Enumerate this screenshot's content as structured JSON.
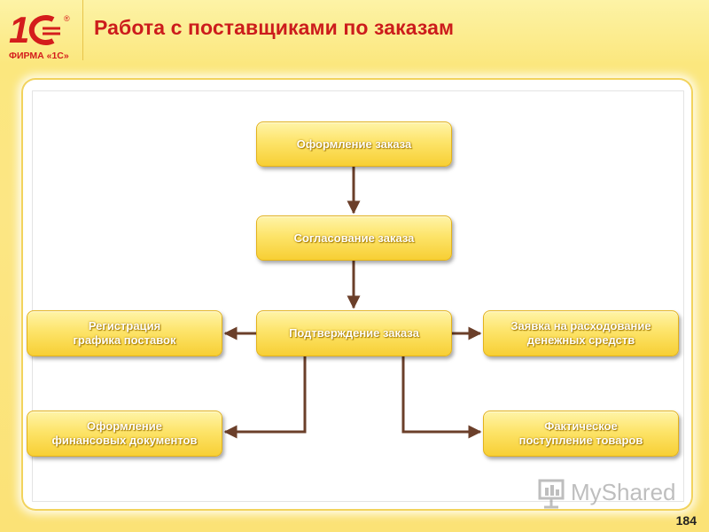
{
  "header": {
    "logo_text": "1С",
    "logo_registered": "®",
    "logo_caption": "ФИРМА «1С»",
    "title": "Работа с поставщиками по заказам"
  },
  "diagram": {
    "nodes": {
      "order_creation": "Оформление заказа",
      "order_approval": "Согласование заказа",
      "order_confirmation": "Подтверждение заказа",
      "delivery_schedule": "Регистрация\nграфика поставок",
      "expense_request": "Заявка на расходование\nденежных средств",
      "financial_docs": "Оформление\nфинансовых документов",
      "goods_receipt": "Фактическое\nпоступление товаров"
    },
    "colors": {
      "box": "#fde46a",
      "border": "#e3b21a",
      "arrow": "#6b3f2a",
      "title": "#cc1c1c"
    }
  },
  "watermark": {
    "text": "MyShared",
    "icon": "presentation-board-icon"
  },
  "footer": {
    "page_number": "184"
  }
}
